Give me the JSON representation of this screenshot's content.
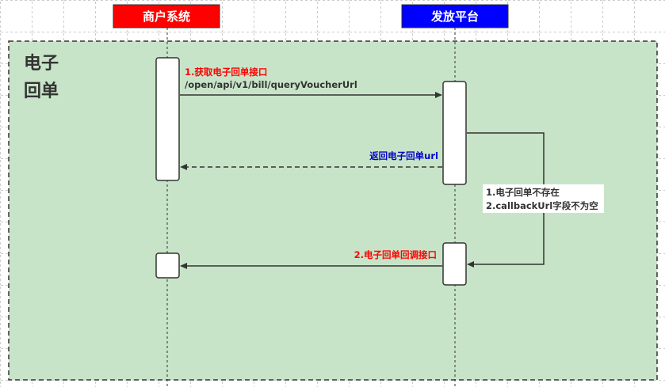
{
  "participants": {
    "merchant": {
      "label": "商户系统",
      "color": "#ff0000"
    },
    "platform": {
      "label": "发放平台",
      "color": "#0000ff"
    }
  },
  "frame": {
    "title_line1": "电子",
    "title_line2": "回单",
    "fill": "#c8e4c8"
  },
  "messages": {
    "request": {
      "title": "1.获取电子回单接口",
      "path": "/open/api/v1/bill/queryVoucherUrl",
      "title_color": "#ff0000"
    },
    "response": {
      "label": "返回电子回单url",
      "color": "#0000cc"
    },
    "condition": {
      "line1": "1.电子回单不存在",
      "line2": "2.callbackUrl字段不为空"
    },
    "callback": {
      "label": "2.电子回单回调接口",
      "color": "#ff0000"
    }
  }
}
